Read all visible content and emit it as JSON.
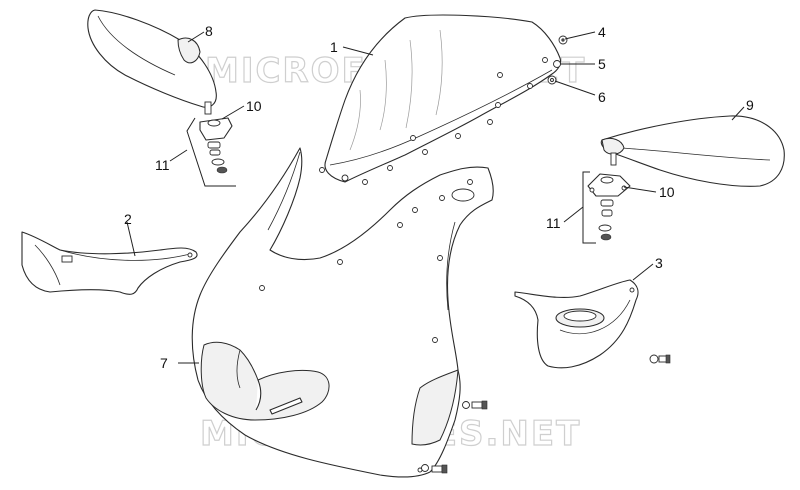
{
  "watermark": "MICROFICHES.NET",
  "callouts": {
    "c1": "1",
    "c2": "2",
    "c3": "3",
    "c4": "4",
    "c5": "5",
    "c6": "6",
    "c7": "7",
    "c8": "8",
    "c9": "9",
    "c10a": "10",
    "c10b": "10",
    "c11a": "11",
    "c11b": "11"
  }
}
